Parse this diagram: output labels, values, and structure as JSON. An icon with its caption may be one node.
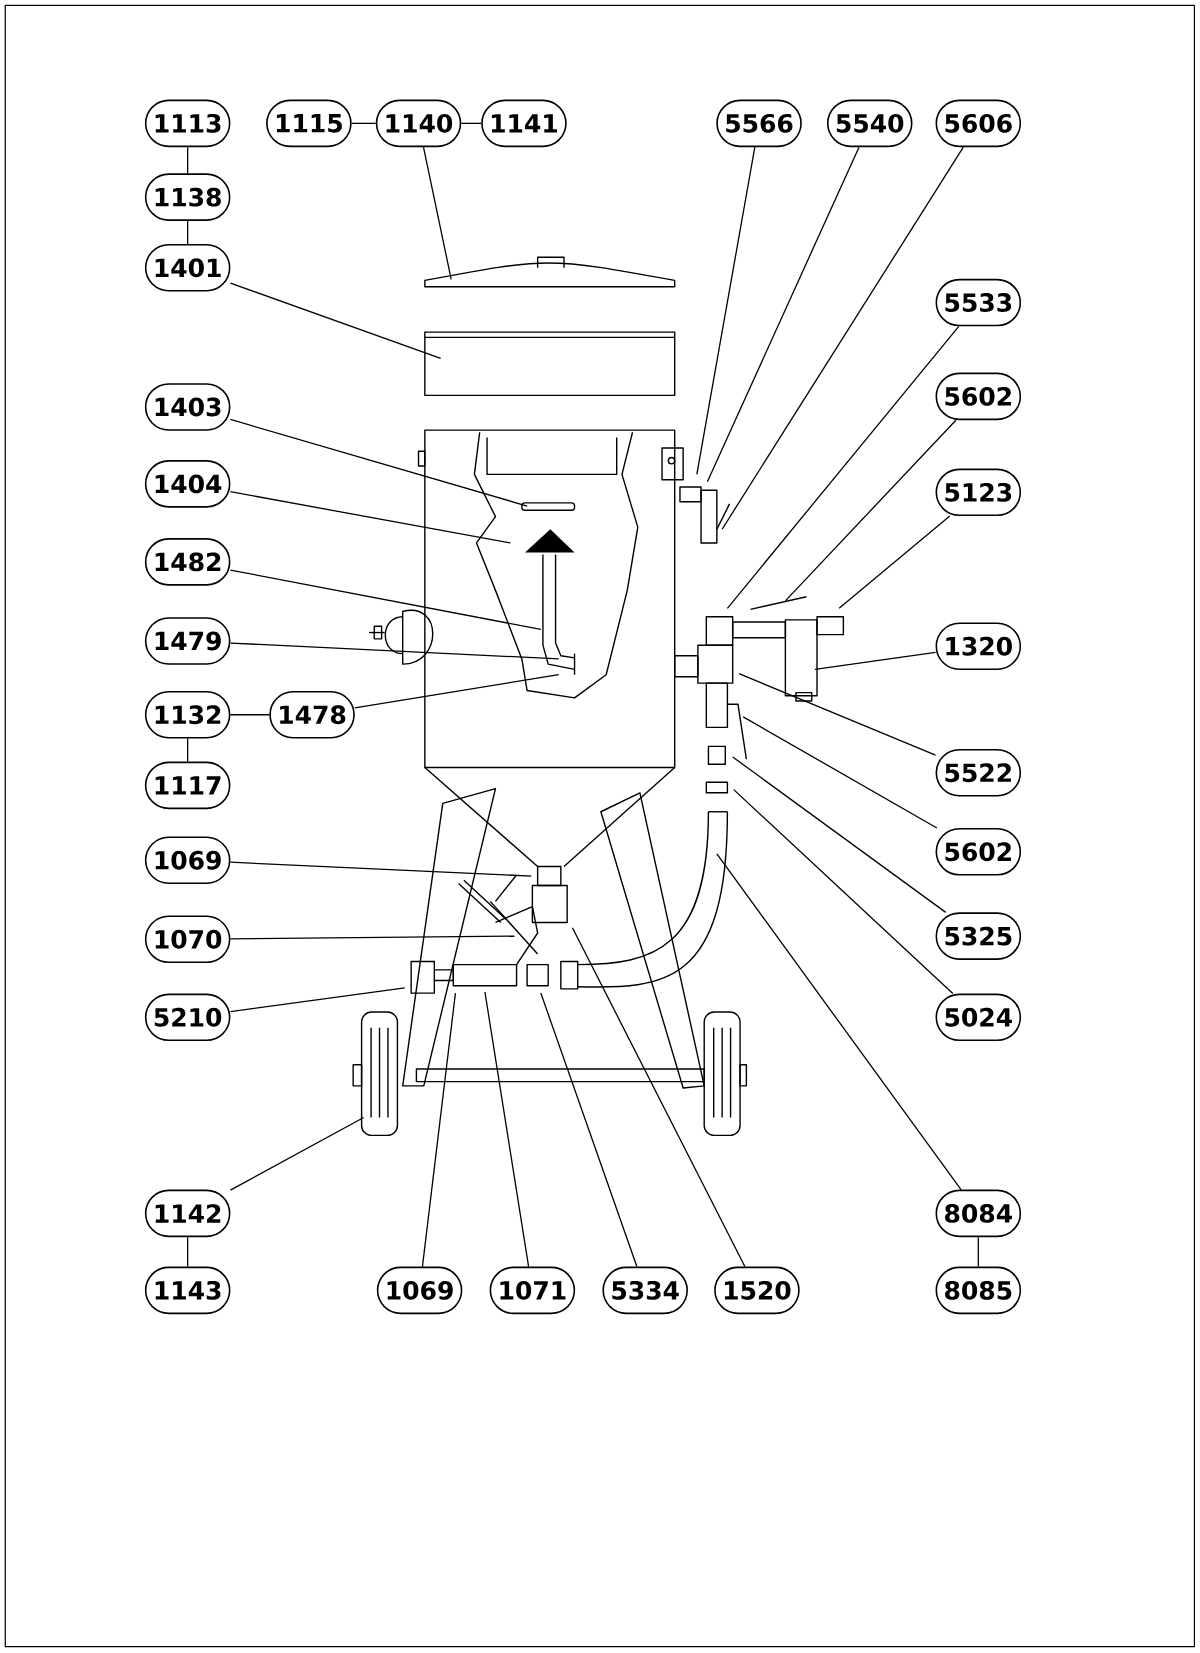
{
  "diagram": {
    "nodes": [
      {
        "text": [
          "1113"
        ]
      },
      {
        "text": [
          "1115"
        ]
      },
      {
        "text": [
          "1140"
        ]
      },
      {
        "text": [
          "1141"
        ]
      },
      {
        "text": [
          "5566"
        ]
      },
      {
        "text": [
          "5540"
        ]
      },
      {
        "text": [
          "5606"
        ]
      },
      {
        "text": [
          "1138"
        ]
      },
      {
        "text": [
          "1401"
        ]
      },
      {
        "text": [
          "5533"
        ]
      },
      {
        "text": [
          "5602"
        ]
      },
      {
        "text": [
          "1403"
        ]
      },
      {
        "text": [
          "1404"
        ]
      },
      {
        "text": [
          "5123"
        ]
      },
      {
        "text": [
          "1482"
        ]
      },
      {
        "text": [
          "1479"
        ]
      },
      {
        "text": [
          "1320"
        ]
      },
      {
        "text": [
          "1132"
        ]
      },
      {
        "text": [
          "1478"
        ]
      },
      {
        "text": [
          "5522"
        ]
      },
      {
        "text": [
          "1117"
        ]
      },
      {
        "text": [
          "5602"
        ]
      },
      {
        "text": [
          "1069"
        ]
      },
      {
        "text": [
          "5325"
        ]
      },
      {
        "text": [
          "1070"
        ]
      },
      {
        "text": [
          "5210"
        ]
      },
      {
        "text": [
          "5024"
        ]
      },
      {
        "text": [
          "1142"
        ]
      },
      {
        "text": [
          "8084"
        ]
      },
      {
        "text": [
          "1143"
        ]
      },
      {
        "text": [
          "1069"
        ]
      },
      {
        "text": [
          "1071"
        ]
      },
      {
        "text": [
          "5334"
        ]
      },
      {
        "text": [
          "1520"
        ]
      },
      {
        "text": [
          "8085"
        ]
      }
    ],
    "edges": [
      {
        "from": 0,
        "to": 7,
        "arrow": "none"
      },
      {
        "from": 7,
        "to": 8,
        "arrow": "none"
      },
      {
        "from": 1,
        "to": 2,
        "arrow": "none"
      },
      {
        "from": 2,
        "to": 3,
        "arrow": "none"
      },
      {
        "from": 17,
        "to": 18,
        "arrow": "none"
      },
      {
        "from": 17,
        "to": 20,
        "arrow": "none"
      },
      {
        "from": 27,
        "to": 29,
        "arrow": "none"
      },
      {
        "from": 28,
        "to": 34,
        "arrow": "none"
      },
      {
        "from": 2,
        "to": null,
        "arrow": "none"
      },
      {
        "from": 8,
        "to": null,
        "arrow": "none"
      },
      {
        "from": 11,
        "to": null,
        "arrow": "none"
      },
      {
        "from": 12,
        "to": null,
        "arrow": "none"
      },
      {
        "from": 14,
        "to": null,
        "arrow": "none"
      },
      {
        "from": 15,
        "to": null,
        "arrow": "none"
      },
      {
        "from": 18,
        "to": null,
        "arrow": "none"
      },
      {
        "from": 4,
        "to": null,
        "arrow": "none"
      },
      {
        "from": 5,
        "to": null,
        "arrow": "none"
      },
      {
        "from": 6,
        "to": null,
        "arrow": "none"
      },
      {
        "from": 9,
        "to": null,
        "arrow": "none"
      },
      {
        "from": 10,
        "to": null,
        "arrow": "none"
      },
      {
        "from": 13,
        "to": null,
        "arrow": "none"
      },
      {
        "from": 16,
        "to": null,
        "arrow": "none"
      },
      {
        "from": 19,
        "to": null,
        "arrow": "none"
      },
      {
        "from": 21,
        "to": null,
        "arrow": "none"
      },
      {
        "from": 23,
        "to": null,
        "arrow": "none"
      },
      {
        "from": 26,
        "to": null,
        "arrow": "none"
      },
      {
        "from": 22,
        "to": null,
        "arrow": "none"
      },
      {
        "from": 24,
        "to": null,
        "arrow": "none"
      },
      {
        "from": 25,
        "to": null,
        "arrow": "none"
      },
      {
        "from": 27,
        "to": null,
        "arrow": "none"
      },
      {
        "from": 30,
        "to": null,
        "arrow": "none"
      },
      {
        "from": 31,
        "to": null,
        "arrow": "none"
      },
      {
        "from": 32,
        "to": null,
        "arrow": "none"
      },
      {
        "from": 33,
        "to": null,
        "arrow": "none"
      },
      {
        "from": 28,
        "to": null,
        "arrow": "none"
      }
    ]
  }
}
